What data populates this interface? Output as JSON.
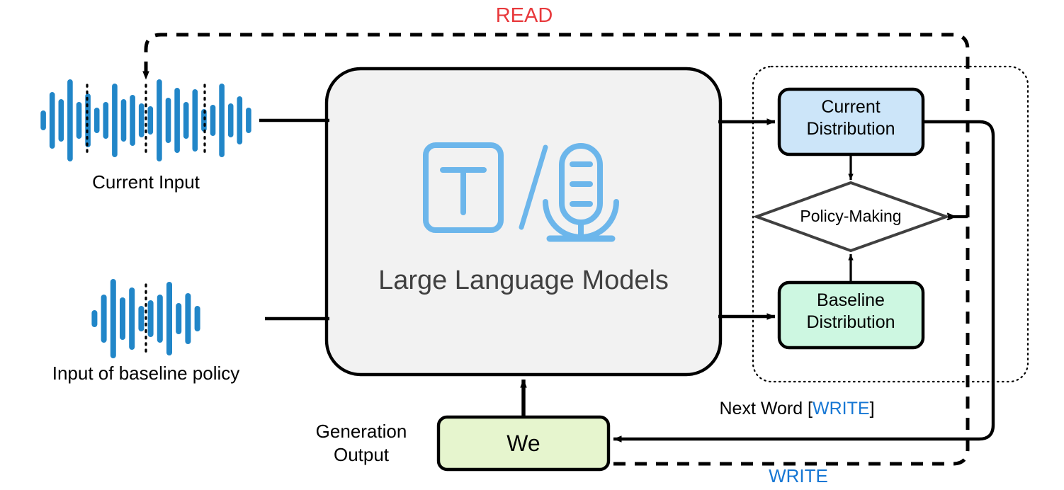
{
  "diagram": {
    "title": "LLM simultaneous generation policy diagram",
    "colors": {
      "read_red": "#e8393c",
      "write_blue": "#1677d4",
      "waveform_blue": "#2186c8",
      "llm_box_fill": "#f2f2f2",
      "current_dist_fill": "#cce5f9",
      "baseline_dist_fill": "#cdf7e1",
      "output_fill": "#e6f5ce",
      "stroke_black": "#000000",
      "diamond_stroke": "#404040",
      "llm_label_gray": "#404040"
    },
    "labels": {
      "read": "READ",
      "current_input": "Current Input",
      "baseline_input": "Input of baseline policy",
      "llm_title": "Large Language Models",
      "llm_icon_text": "T",
      "llm_icon_slash": "/",
      "current_distribution": "Current\nDistribution",
      "current_distribution_line1": "Current",
      "current_distribution_line2": "Distribution",
      "baseline_distribution_line1": "Baseline",
      "baseline_distribution_line2": "Distribution",
      "policy_making": "Policy-Making",
      "generation_output_line1": "Generation",
      "generation_output_line2": "Output",
      "output_token": "We",
      "next_word_prefix": "Next Word [",
      "next_word_action": "WRITE",
      "next_word_suffix": "]",
      "write": "WRITE"
    },
    "icons": {
      "text_icon": "text-document-icon",
      "mic_icon": "microphone-icon",
      "waveform_icon": "audio-waveform-icon"
    },
    "waveforms": {
      "current_input_bars": [
        14,
        40,
        30,
        58,
        26,
        38,
        18,
        26,
        52,
        30,
        36,
        24,
        20,
        58,
        32,
        46,
        26,
        44,
        16,
        22,
        52,
        24,
        34,
        18
      ],
      "baseline_bars": [
        12,
        34,
        56,
        30,
        44,
        18,
        26,
        34,
        52,
        22,
        36,
        18
      ],
      "current_input_ticks": 3,
      "baseline_ticks": 1
    }
  }
}
